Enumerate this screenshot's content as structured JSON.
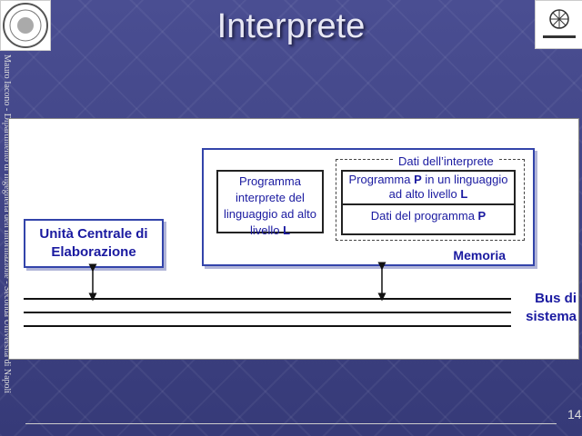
{
  "title": "Interprete",
  "sidebar_text": "Mauro Iacono - Dipartimento di Ingegneria dell'Informazione - Seconda Università di Napoli",
  "cpu": {
    "line1": "Unità Centrale di",
    "line2": "Elaborazione"
  },
  "memory": {
    "label": "Memoria",
    "interpreter_program": {
      "text": "Programma interprete del linguaggio ad alto livello",
      "lang": "L"
    },
    "interpreter_data_label": "Dati dell’interprete",
    "program_box": {
      "text1": "Programma",
      "prog": "P",
      "text2": "in un linguaggio ad alto livello",
      "lang": "L"
    },
    "program_data": {
      "text": "Dati del programma",
      "prog": "P"
    }
  },
  "bus": {
    "line1": "Bus di",
    "line2": "sistema"
  },
  "page_number": "14"
}
